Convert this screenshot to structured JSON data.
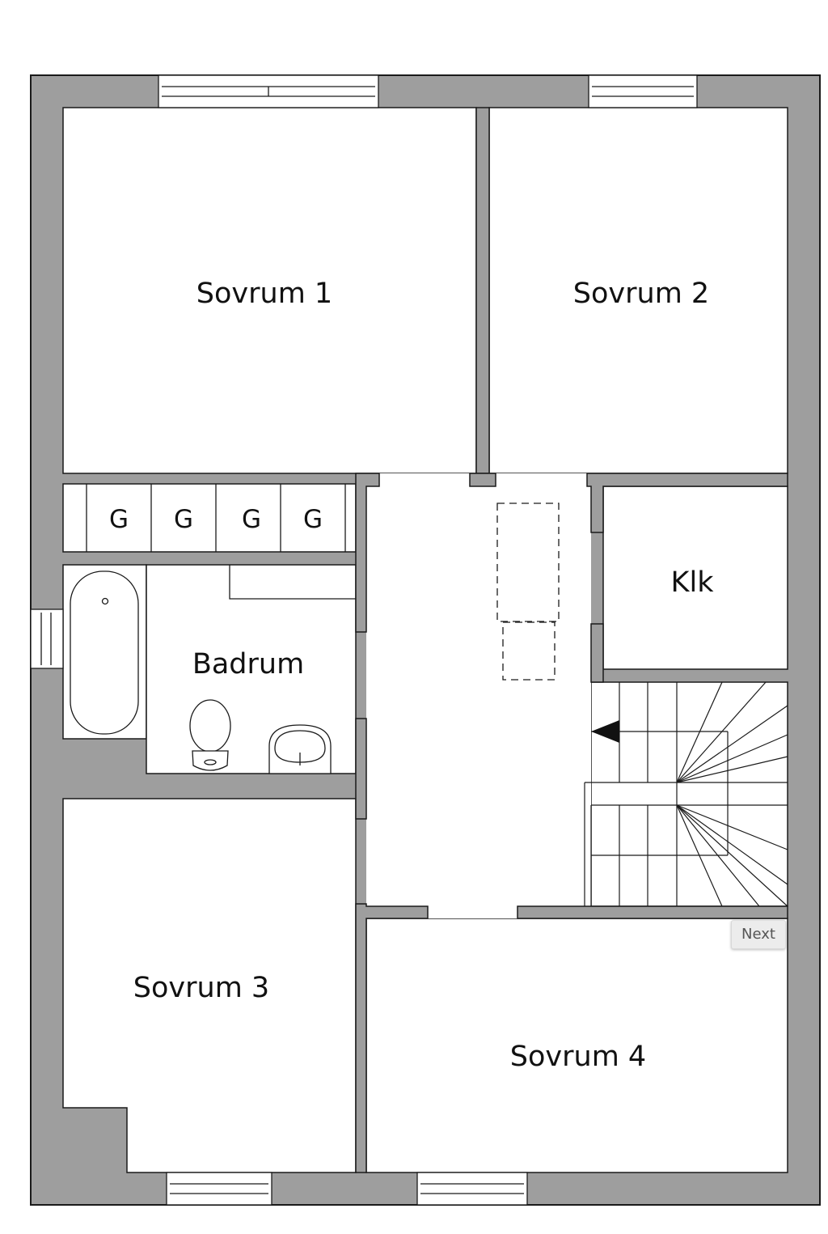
{
  "rooms": {
    "sovrum1": "Sovrum 1",
    "sovrum2": "Sovrum 2",
    "klk": "Klk",
    "badrum": "Badrum",
    "sovrum3": "Sovrum 3",
    "sovrum4": "Sovrum 4"
  },
  "closets": [
    "G",
    "G",
    "G",
    "G"
  ],
  "next_button": "Next",
  "colors": {
    "wall": "#9e9e9e",
    "line": "#1a1a1a",
    "floor": "#ffffff"
  }
}
